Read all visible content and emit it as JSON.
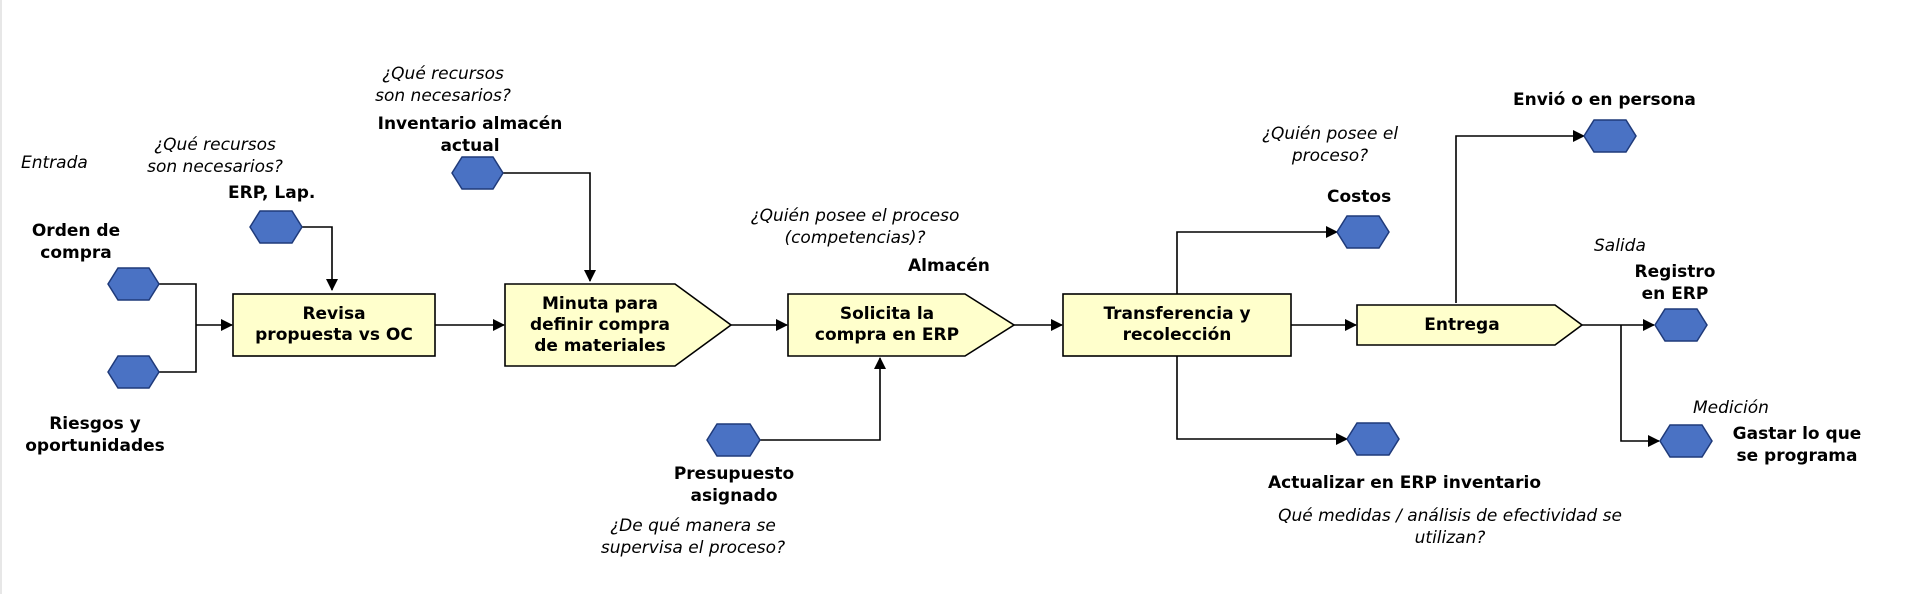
{
  "colors": {
    "process_fill": "#ffffcc",
    "process_stroke": "#000000",
    "hex_fill": "#4a72c4",
    "hex_stroke": "#1f3a7a",
    "line": "#000000"
  },
  "processes": [
    {
      "id": "p1",
      "text": "Revisa propuesta vs OC",
      "line1": "Revisa",
      "line2": "propuesta vs OC"
    },
    {
      "id": "p2",
      "line1": "Minuta para",
      "line2": "definir compra",
      "line3": "de materiales"
    },
    {
      "id": "p3",
      "line1": "Solicita la",
      "line2": "compra en ERP"
    },
    {
      "id": "p4",
      "line1": "Transferencia y",
      "line2": "recolección"
    },
    {
      "id": "p5",
      "line1": "Entrega"
    }
  ],
  "labels": {
    "entrada": "Entrada",
    "orden1": "Orden de",
    "orden2": "compra",
    "riesgos1": "Riesgos y",
    "riesgos2": "oportunidades",
    "q_recursos1_a": "¿Qué recursos",
    "q_recursos1_b": "son necesarios?",
    "erp_lap": "ERP, Lap.",
    "q_recursos2_a": "¿Qué recursos",
    "q_recursos2_b": "son necesarios?",
    "inventario1": "Inventario almacén",
    "inventario2": "actual",
    "q_quien1_a": "¿Quién posee el proceso",
    "q_quien1_b": "(competencias)?",
    "almacen": "Almacén",
    "presupuesto1": "Presupuesto",
    "presupuesto2": "asignado",
    "q_manera1": "¿De qué manera se",
    "q_manera2": "supervisa el proceso?",
    "q_quien2_a": "¿Quién posee el",
    "q_quien2_b": "proceso?",
    "costos": "Costos",
    "actualizar": "Actualizar en ERP inventario",
    "q_medidas1": "Qué medidas / análisis de efectividad se",
    "q_medidas2": "utilizan?",
    "envio": "Envió o en persona",
    "salida": "Salida",
    "registro1": "Registro",
    "registro2": "en ERP",
    "medicion": "Medición",
    "gastar1": "Gastar lo que",
    "gastar2": "se programa"
  }
}
